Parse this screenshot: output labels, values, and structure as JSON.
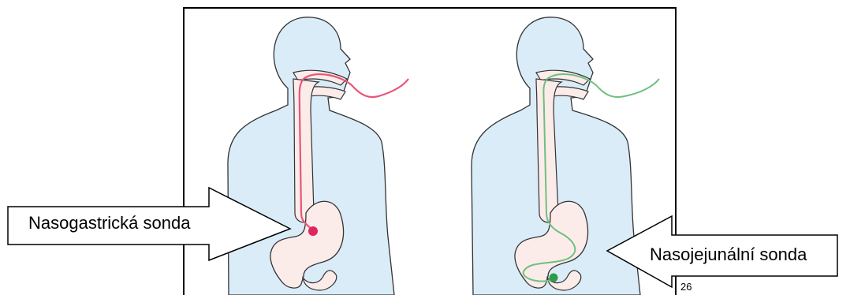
{
  "callouts": {
    "left": "Nasogastrická sonda",
    "right": "Nasojejunální sonda"
  },
  "page_number": "26",
  "colors": {
    "body_fill": "#d9ecf7",
    "outline": "#333333",
    "organ_fill": "#fbecea",
    "tube_nasogastric": "#e8557a",
    "tube_nasojejunal": "#6fbf7e",
    "tip_nasogastric": "#e0245e",
    "tip_nasojejunal": "#2e9a4a"
  }
}
